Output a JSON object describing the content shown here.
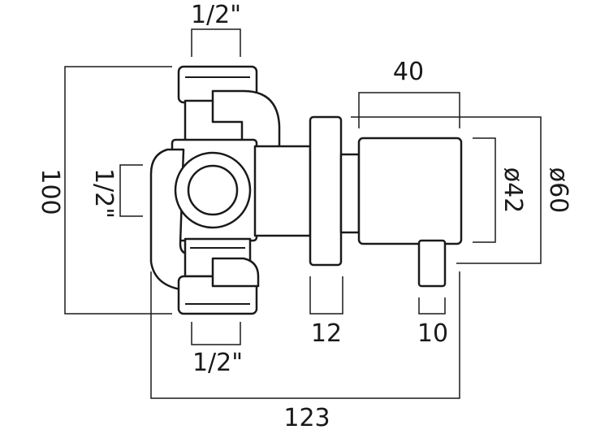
{
  "drawing": {
    "dimensions": {
      "inlet_top": "1/2\"",
      "inlet_left": "1/2\"",
      "outlet_bottom": "1/2\"",
      "height": "100",
      "handle_depth": "40",
      "handle_diameter": "ø42",
      "flange_diameter": "ø60",
      "flange_thickness": "12",
      "lever_width": "10",
      "total_length": "123"
    },
    "line_color": "#1a1a1a",
    "background": "#ffffff"
  }
}
